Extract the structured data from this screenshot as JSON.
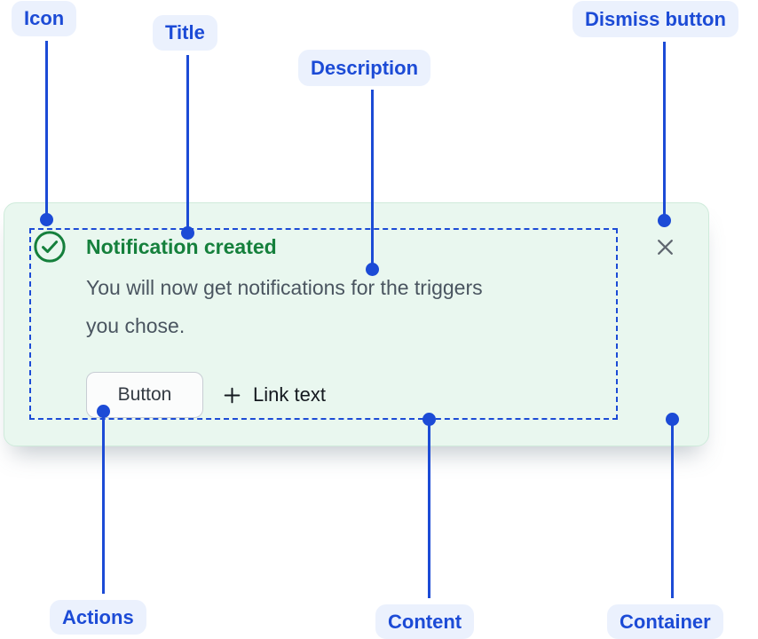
{
  "callouts": {
    "icon": {
      "label": "Icon"
    },
    "title": {
      "label": "Title"
    },
    "description": {
      "label": "Description"
    },
    "dismiss": {
      "label": "Dismiss button"
    },
    "actions": {
      "label": "Actions"
    },
    "content": {
      "label": "Content"
    },
    "container": {
      "label": "Container"
    }
  },
  "notification": {
    "icon": "check-circle-icon",
    "title": "Notification created",
    "description_lines": [
      "You will now get notifications for the triggers",
      "you chose."
    ],
    "actions": {
      "button_label": "Button",
      "link_icon": "plus-icon",
      "link_label": "Link text"
    },
    "dismiss_icon": "close-icon"
  },
  "colors": {
    "accent_blue": "#1C4BD6",
    "label_pill_bg": "#EBF1FD",
    "success_green": "#15803C",
    "card_bg": "#E9F7EF",
    "card_border": "#CFEBDB",
    "body_text": "#4A5560",
    "dismiss_gray": "#606770"
  }
}
